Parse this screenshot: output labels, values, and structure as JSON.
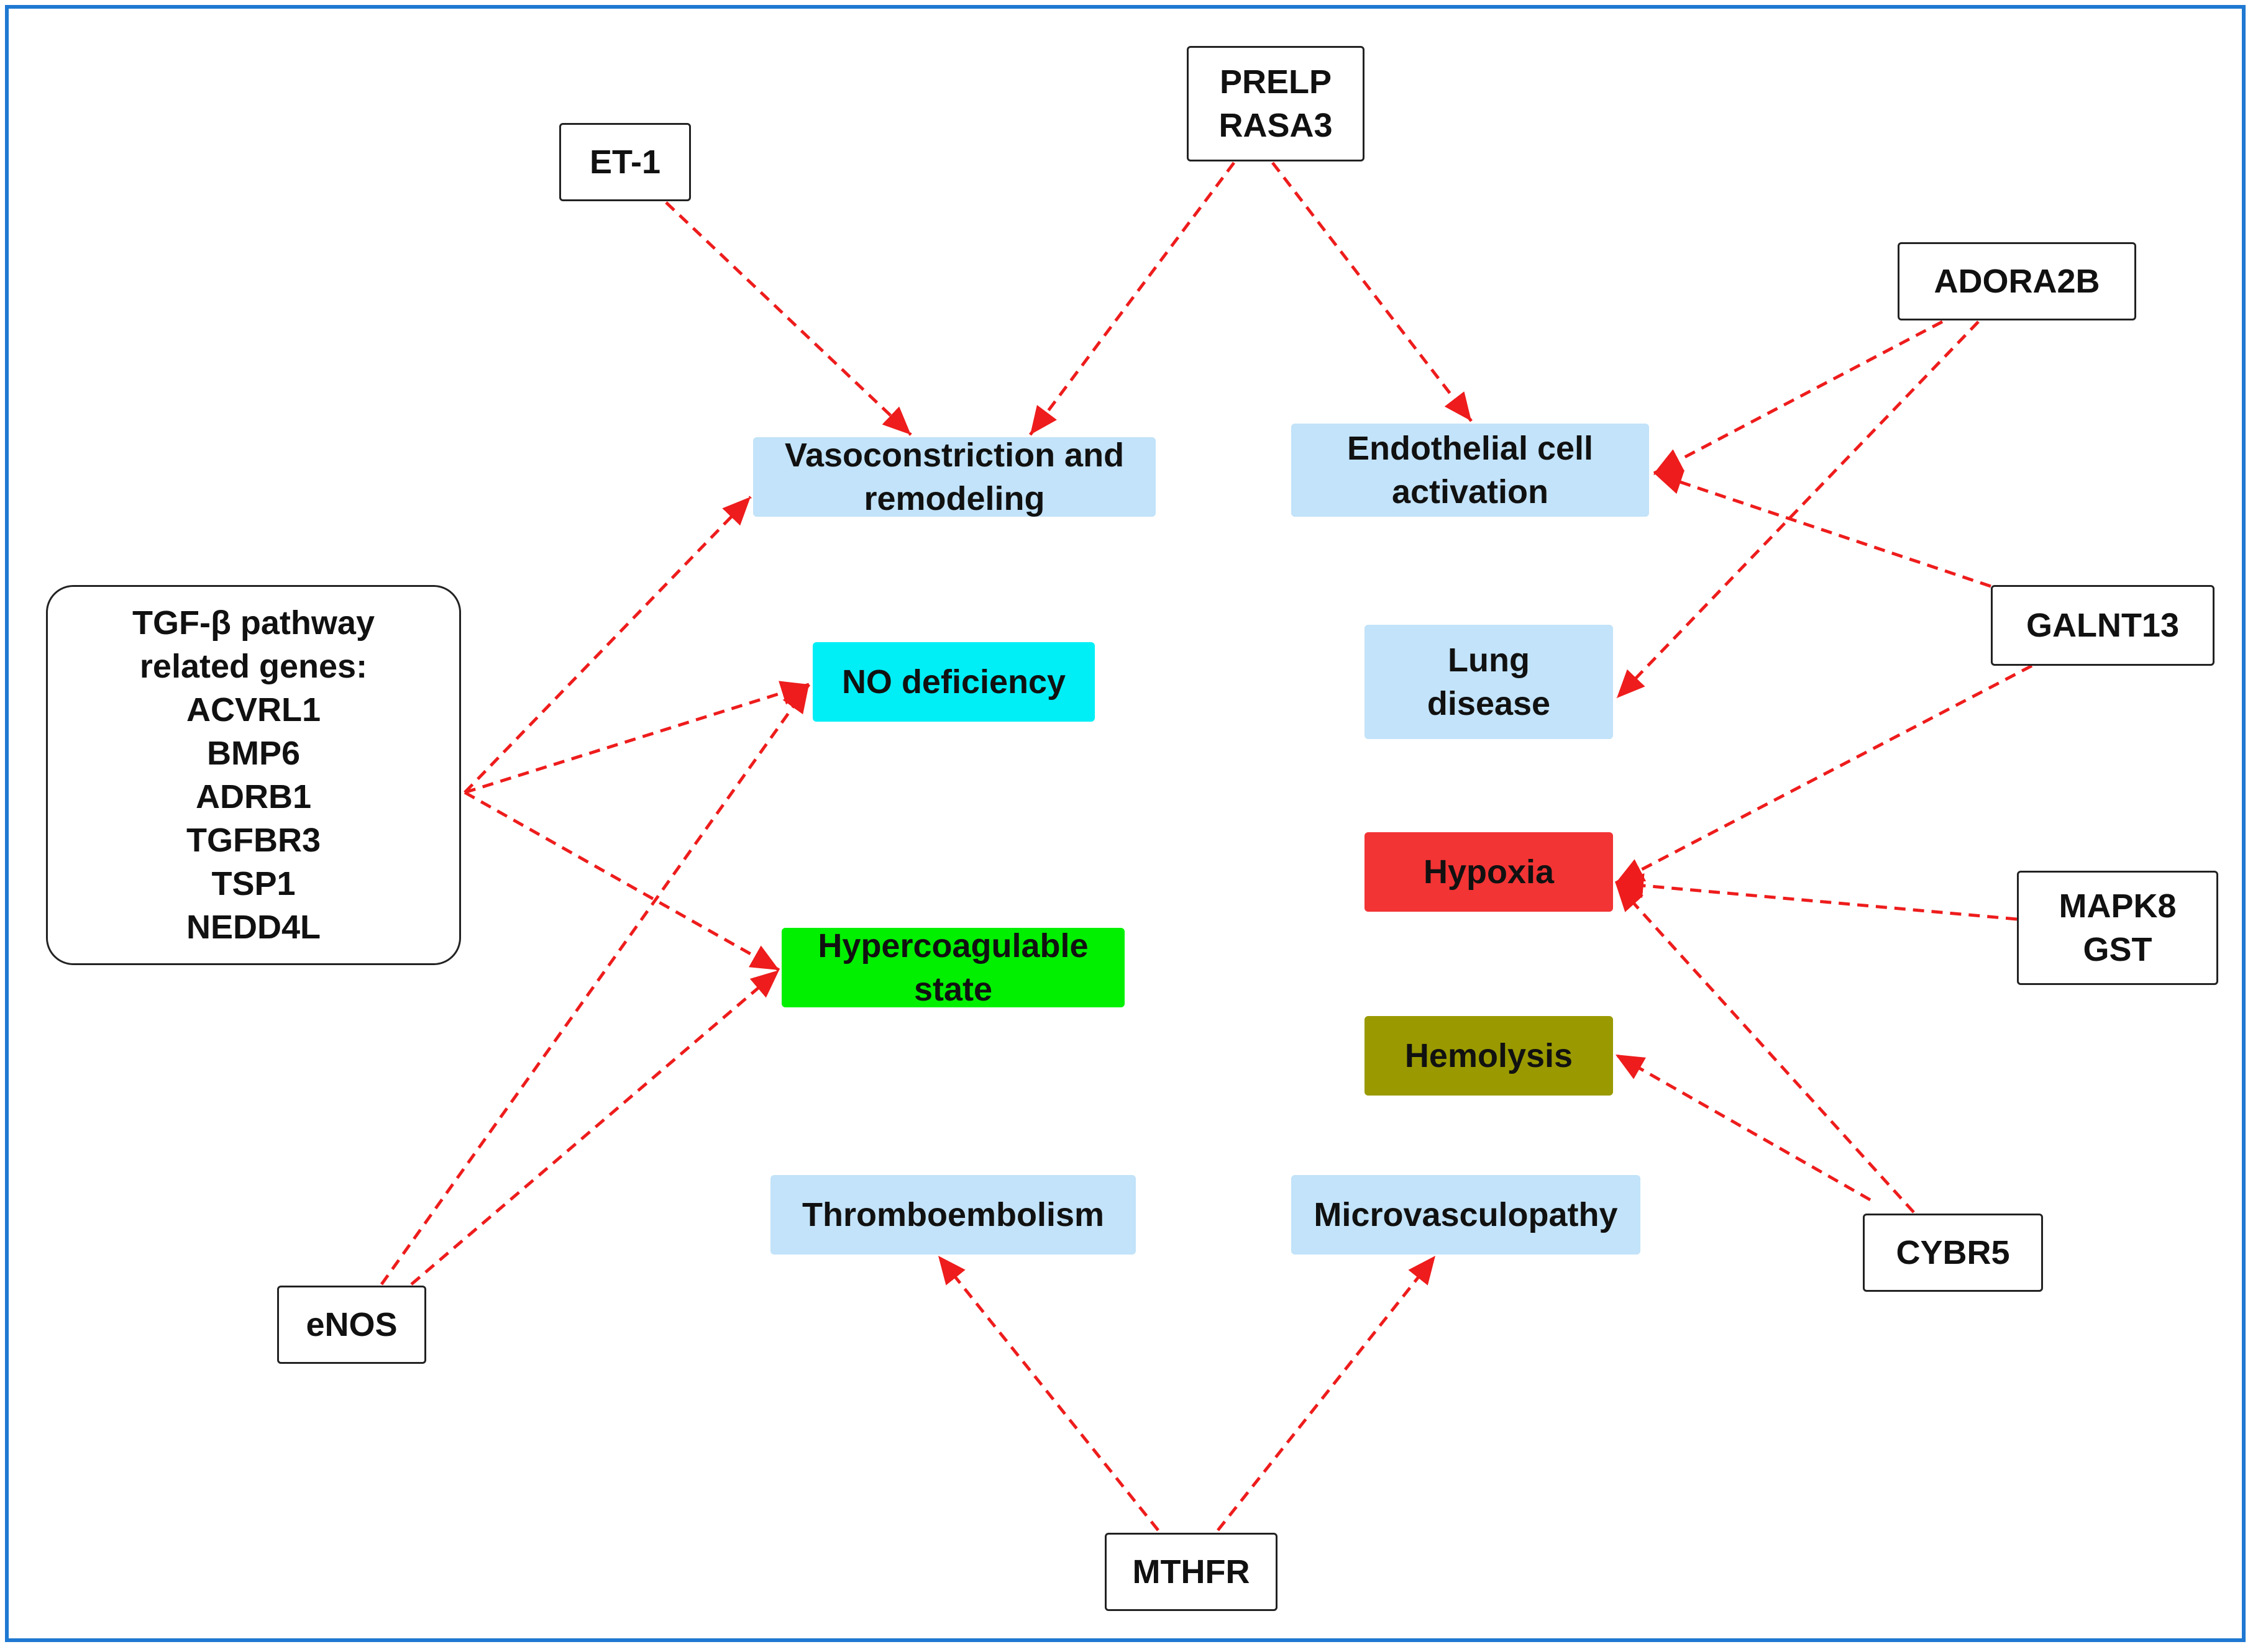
{
  "genes": {
    "et1": [
      "ET-1"
    ],
    "prelp": [
      "PRELP",
      "RASA3"
    ],
    "adora2b": [
      "ADORA2B"
    ],
    "tgfb": [
      "TGF-β pathway",
      "related genes:",
      "ACVRL1",
      "BMP6",
      "ADRB1",
      "TGFBR3",
      "TSP1",
      "NEDD4L"
    ],
    "galnt13": [
      "GALNT13"
    ],
    "mapk8": [
      "MAPK8",
      "GST"
    ],
    "enos": [
      "eNOS"
    ],
    "cybr5": [
      "CYBR5"
    ],
    "mthfr": [
      "MTHFR"
    ]
  },
  "effects": {
    "vaso": [
      "Vasoconstriction and",
      "remodeling"
    ],
    "endo": [
      "Endothelial cell",
      "activation"
    ],
    "no": [
      "NO deficiency"
    ],
    "lung": [
      "Lung",
      "disease"
    ],
    "hyper": [
      "Hypercoagulable",
      "state"
    ],
    "hypoxia": [
      "Hypoxia"
    ],
    "hemo": [
      "Hemolysis"
    ],
    "thrombo": [
      "Thromboembolism"
    ],
    "micro": [
      "Microvasculopathy"
    ]
  },
  "colors": {
    "frame": "#1f78d1",
    "arrow": "#ee1c1c",
    "light_blue": "#c2e3f9",
    "cyan": "#00eef6",
    "green": "#00f000",
    "red": "#f23434",
    "olive": "#9a9a00"
  },
  "edges": [
    [
      "et1",
      "vaso"
    ],
    [
      "prelp",
      "vaso"
    ],
    [
      "prelp",
      "endo"
    ],
    [
      "adora2b",
      "endo"
    ],
    [
      "adora2b",
      "lung"
    ],
    [
      "galnt13",
      "endo"
    ],
    [
      "galnt13",
      "hypoxia"
    ],
    [
      "mapk8",
      "hypoxia"
    ],
    [
      "cybr5",
      "hypoxia"
    ],
    [
      "cybr5",
      "hemo"
    ],
    [
      "tgfb",
      "vaso"
    ],
    [
      "tgfb",
      "no"
    ],
    [
      "tgfb",
      "hyper"
    ],
    [
      "enos",
      "no"
    ],
    [
      "enos",
      "hyper"
    ],
    [
      "mthfr",
      "thrombo"
    ],
    [
      "mthfr",
      "micro"
    ]
  ]
}
